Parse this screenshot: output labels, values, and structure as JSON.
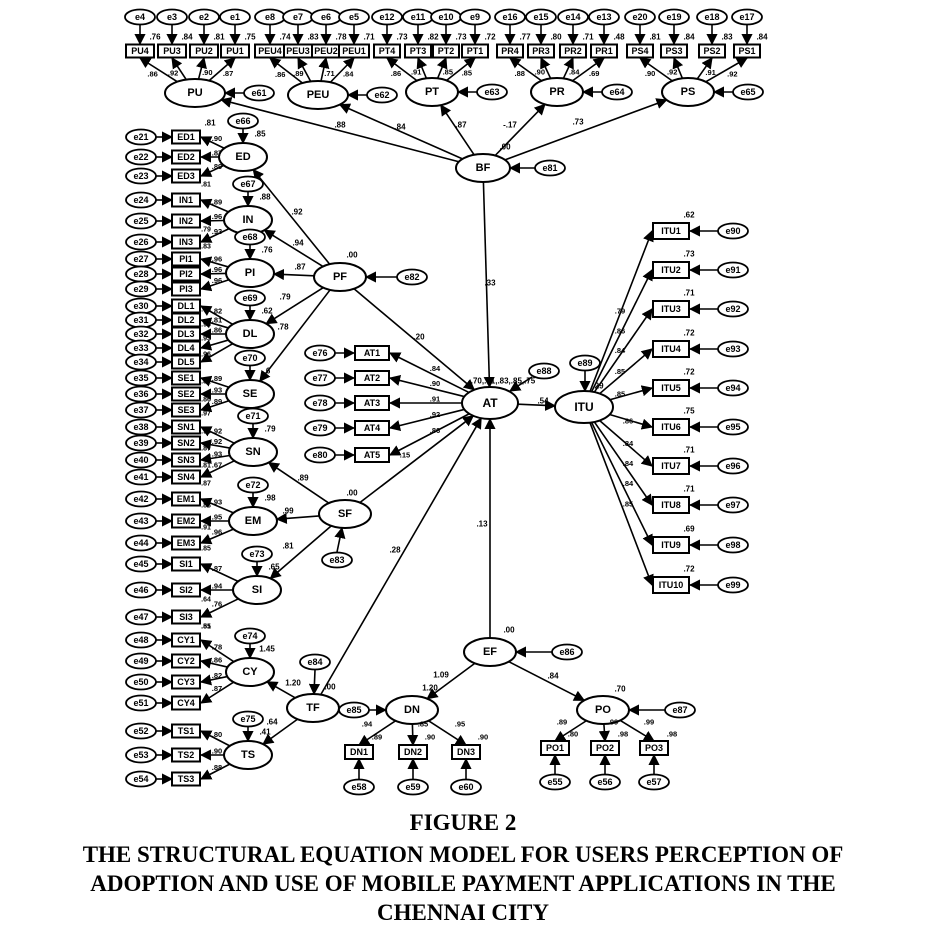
{
  "figure": {
    "number": "FIGURE 2",
    "caption_lines": [
      "THE STRUCTURAL EQUATION MODEL FOR USERS PERCEPTION OF",
      "ADOPTION AND USE OF MOBILE PAYMENT APPLICATIONS IN THE",
      "CHENNAI CITY"
    ]
  },
  "latent": {
    "PU": "PU",
    "PEU": "PEU",
    "PT": "PT",
    "PR": "PR",
    "PS": "PS",
    "BF": "BF",
    "ED": "ED",
    "IN": "IN",
    "PI": "PI",
    "DL": "DL",
    "SE": "SE",
    "SN": "SN",
    "EM": "EM",
    "SI": "SI",
    "CY": "CY",
    "TS": "TS",
    "PF": "PF",
    "SF": "SF",
    "TF": "TF",
    "AT": "AT",
    "ITU": "ITU",
    "EF": "EF",
    "DN": "DN",
    "PO": "PO"
  },
  "indicators": {
    "top": [
      "PU4",
      "PU3",
      "PU2",
      "PU1",
      "PEU4",
      "PEU3",
      "PEU2",
      "PEU1",
      "PT4",
      "PT3",
      "PT2",
      "PT1",
      "PR4",
      "PR3",
      "PR2",
      "PR1",
      "PS4",
      "PS3",
      "PS2",
      "PS1"
    ],
    "top_errors": [
      "e4",
      "e3",
      "e2",
      "e1",
      "e8",
      "e7",
      "e6",
      "e5",
      "e12",
      "e11",
      "e10",
      "e9",
      "e16",
      "e15",
      "e14",
      "e13",
      "e20",
      "e19",
      "e18",
      "e17"
    ],
    "top_r2": [
      ".76",
      ".84",
      ".81",
      ".75",
      ".74",
      ".83",
      ".78",
      ".71",
      ".73",
      ".82",
      ".73",
      ".72",
      ".77",
      ".80",
      ".71",
      ".48",
      ".81",
      ".84",
      ".83",
      ".84"
    ],
    "left": [
      "ED1",
      "ED2",
      "ED3",
      "IN1",
      "IN2",
      "IN3",
      "PI1",
      "PI2",
      "PI3",
      "DL1",
      "DL2",
      "DL3",
      "DL4",
      "DL5",
      "SE1",
      "SE2",
      "SE3",
      "SN1",
      "SN2",
      "SN3",
      "SN4",
      "EM1",
      "EM2",
      "EM3",
      "SI1",
      "SI2",
      "SI3",
      "CY1",
      "CY2",
      "CY3",
      "CY4",
      "TS1",
      "TS2",
      "TS3"
    ],
    "left_errors": [
      "e21",
      "e22",
      "e23",
      "e24",
      "e25",
      "e26",
      "e27",
      "e28",
      "e29",
      "e30",
      "e31",
      "e32",
      "e33",
      "e34",
      "e35",
      "e36",
      "e37",
      "e38",
      "e39",
      "e40",
      "e41",
      "e42",
      "e43",
      "e44",
      "e45",
      "e46",
      "e47",
      "e48",
      "e49",
      "e50",
      "e51",
      "e52",
      "e53",
      "e54"
    ],
    "at": [
      "AT1",
      "AT2",
      "AT3",
      "AT4",
      "AT5"
    ],
    "at_errors": [
      "e76",
      "e77",
      "e78",
      "e79",
      "e80"
    ],
    "itu": [
      "ITU1",
      "ITU2",
      "ITU3",
      "ITU4",
      "ITU5",
      "ITU6",
      "ITU7",
      "ITU8",
      "ITU9",
      "ITU10"
    ],
    "itu_errors": [
      "e90",
      "e91",
      "e92",
      "e93",
      "e94",
      "e95",
      "e96",
      "e97",
      "e98",
      "e99"
    ],
    "itu_r2": [
      ".62",
      ".73",
      ".71",
      ".72",
      ".72",
      ".75",
      ".71",
      ".71",
      ".69",
      ".72"
    ],
    "itu_loadings": [
      ".79",
      ".86",
      ".84",
      ".85",
      ".85",
      ".86",
      ".84",
      ".84",
      ".84",
      ".85"
    ],
    "dn": [
      "DN1",
      "DN2",
      "DN3"
    ],
    "dn_errors": [
      "e58",
      "e59",
      "e60"
    ],
    "po": [
      "PO1",
      "PO2",
      "PO3"
    ],
    "po_errors": [
      "e55",
      "e56",
      "e57"
    ]
  },
  "latent_errors": {
    "PU": "e61",
    "PEU": "e62",
    "PT": "e63",
    "PR": "e64",
    "PS": "e65",
    "BF": "e81",
    "ED": "e66",
    "IN": "e67",
    "PI": "e68",
    "DL": "e69",
    "SE": "e70",
    "SN": "e71",
    "EM": "e72",
    "SI": "e73",
    "CY": "e74",
    "TS": "e75",
    "PF": "e82",
    "SF": "e83",
    "TF": "e84",
    "AT": "e88",
    "ITU": "e89",
    "EF": "e86",
    "DN": "e85",
    "PO": "e87"
  },
  "coefficients": {
    "bf_pu": ".88",
    "bf_peu": ".84",
    "bf_pt": ".87",
    "bf_pr": "-.17",
    "bf_ps": ".73",
    "bf_r2": ".00",
    "bf_at": ".33",
    "pf_ed": ".92",
    "pf_in": ".94",
    "pf_pi": ".87",
    "pf_dl": ".79",
    "pf_se": ".78",
    "pf_r2": ".00",
    "pf_at": ".20",
    "sf_sn": ".89",
    "sf_em": ".99",
    "sf_si": ".81",
    "sf_r2": ".00",
    "sf_at": ".28",
    "tf_cy": "1.20",
    "tf_ts": ".64",
    "tf_r2": ".00",
    "ef_at": ".13",
    "ef_dn": "1.09",
    "ef_po": ".84",
    "ef_r2": ".00",
    "at_itu": ".54",
    "at_r2": [
      ".70",
      ".81",
      ".83",
      ".85",
      ".75"
    ],
    "itu_r2": ".29",
    "ed_r2": ".85",
    "in_r2": ".88",
    "pi_r2": ".76",
    "dl_r2": ".62",
    "se_r2": ".6",
    "sn_r2": ".79",
    "em_r2": ".98",
    "si_r2": ".65",
    "cy_r2": "1.45",
    "ts_r2": ".41",
    "dn_r2": "1.20",
    "po_r2": ".70",
    "pu_r2": ".81",
    "at_loadings": [
      ".84",
      ".90",
      ".91",
      ".92",
      ".86"
    ],
    "at_extra": ".15",
    "dn_loadings": [
      ".94",
      ".85",
      ".95"
    ],
    "dn_r2s": [
      ".89",
      ".90",
      ".90"
    ],
    "po_loadings": [
      ".89",
      ".99",
      ".99"
    ],
    "po_r2s": [
      ".80",
      ".98",
      ".98"
    ],
    "ed_ind": [
      ".90",
      ".87",
      ".89"
    ],
    "in_ind": [
      ".89",
      ".96",
      ".93"
    ],
    "pi_ind": [
      ".96",
      ".96",
      ".96"
    ],
    "dl_ind": [
      ".82",
      ".81",
      ".86"
    ],
    "se_ind": [
      ".89",
      ".93",
      ".89"
    ],
    "sn_ind": [
      ".92",
      ".92",
      ".93",
      ".67"
    ],
    "em_ind": [
      ".93",
      ".95",
      ".96"
    ],
    "si_ind": [
      ".87",
      ".94",
      ".76"
    ],
    "cy_ind": [
      ".78",
      ".86",
      ".82",
      ".87"
    ],
    "ts_ind": [
      ".80",
      ".90",
      ".88"
    ],
    "left_r2": [
      ".81",
      ".79",
      ".83",
      ".76",
      ".96",
      ".93",
      ".96",
      ".81",
      ".86",
      ".97",
      ".93",
      ".87",
      ".81",
      ".87",
      ".88",
      ".91",
      ".85",
      ".64",
      ".85",
      ".51"
    ],
    "pu_ind": [
      ".86",
      ".92",
      ".90",
      ".87"
    ],
    "peu_ind": [
      ".86",
      ".89",
      ".71",
      ".84"
    ],
    "pt_ind": [
      ".86",
      ".91",
      ".85",
      ".85"
    ],
    "pr_ind": [
      ".88",
      ".90",
      ".84",
      ".69"
    ],
    "ps_ind": [
      ".90",
      ".92",
      ".91",
      ".92"
    ]
  }
}
